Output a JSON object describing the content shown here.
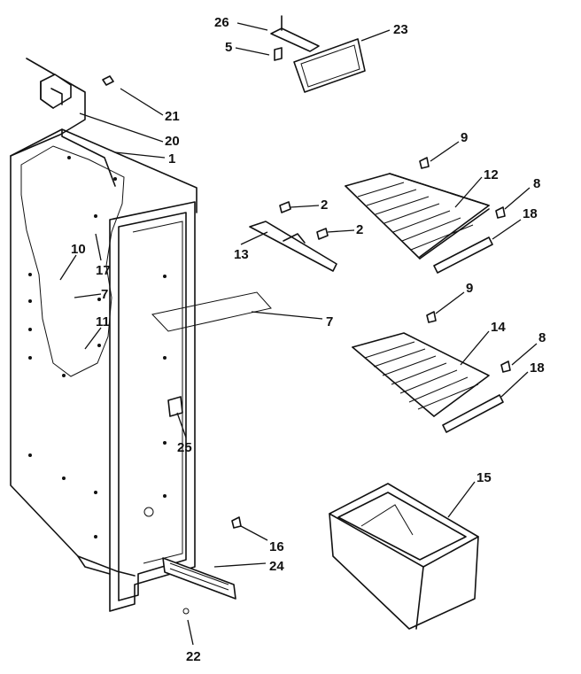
{
  "callouts": [
    {
      "id": "c26",
      "text": "26"
    },
    {
      "id": "c5",
      "text": "5"
    },
    {
      "id": "c23",
      "text": "23"
    },
    {
      "id": "c21",
      "text": "21"
    },
    {
      "id": "c20",
      "text": "20"
    },
    {
      "id": "c1",
      "text": "1"
    },
    {
      "id": "c9a",
      "text": "9"
    },
    {
      "id": "c12",
      "text": "12"
    },
    {
      "id": "c8a",
      "text": "8"
    },
    {
      "id": "c2a",
      "text": "2"
    },
    {
      "id": "c2b",
      "text": "2"
    },
    {
      "id": "c18a",
      "text": "18"
    },
    {
      "id": "c10",
      "text": "10"
    },
    {
      "id": "c17",
      "text": "17"
    },
    {
      "id": "c13",
      "text": "13"
    },
    {
      "id": "c7a",
      "text": "7"
    },
    {
      "id": "c9b",
      "text": "9"
    },
    {
      "id": "c7b",
      "text": "7"
    },
    {
      "id": "c11",
      "text": "11"
    },
    {
      "id": "c14",
      "text": "14"
    },
    {
      "id": "c8b",
      "text": "8"
    },
    {
      "id": "c18b",
      "text": "18"
    },
    {
      "id": "c25",
      "text": "25"
    },
    {
      "id": "c15",
      "text": "15"
    },
    {
      "id": "c16",
      "text": "16"
    },
    {
      "id": "c24",
      "text": "24"
    },
    {
      "id": "c22",
      "text": "22"
    }
  ]
}
